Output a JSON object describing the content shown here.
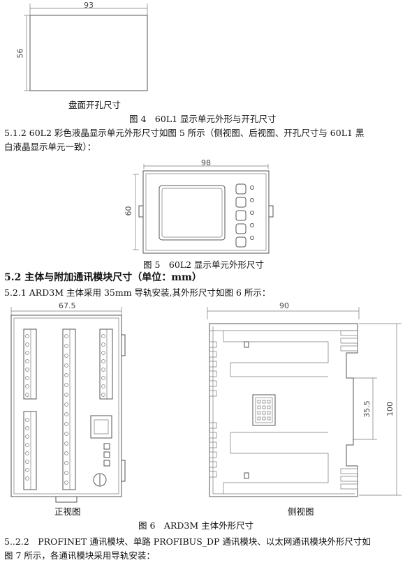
{
  "fig4": {
    "dim_width": "93",
    "dim_height": "56",
    "panel_label": "盘面开孔尺寸",
    "caption": "图 4　60L1 显示单元外形与开孔尺寸"
  },
  "section_5_1_2": {
    "line1": "5.1.2  60L2 彩色液晶显示单元外形尺寸如图 5 所示（侧视图、后视图、开孔尺寸与 60L1 黑",
    "line2": "白液晶显示单元一致）："
  },
  "fig5": {
    "dim_width": "98",
    "dim_height": "60",
    "caption": "图 5　60L2 显示单元外形尺寸"
  },
  "section_5_2": {
    "heading": "5.2  主体与附加通讯模块尺寸（单位：mm）",
    "line": "5.2.1 ARD3M 主体采用 35mm 导轨安装,其外形尺寸如图 6 所示："
  },
  "fig6": {
    "front_width": "67.5",
    "side_width": "90",
    "rail_dim": "35.5",
    "side_height": "100",
    "front_label": "正视图",
    "side_label": "侧视图",
    "caption": "图 6　ARD3M 主体外形尺寸"
  },
  "section_5_2_2": {
    "line1": "5..2.2　PROFINET 通讯模块、单路 PROFIBUS_DP 通讯模块、以太网通讯模块外形尺寸如",
    "line2": "图 7 所示，各通讯模块采用导轨安装："
  }
}
